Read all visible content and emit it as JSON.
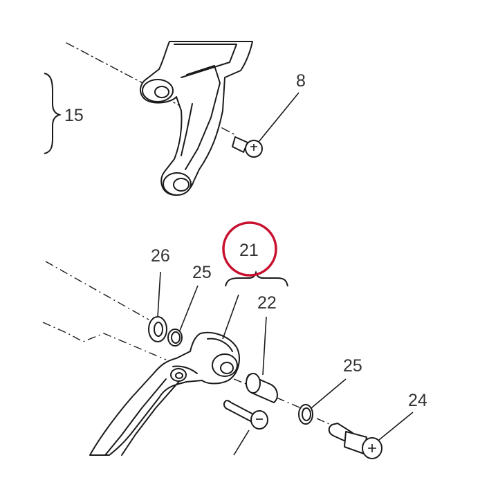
{
  "callouts": {
    "group_15": "15",
    "screw_8": "8",
    "washer_26": "26",
    "ring_25_left": "25",
    "assembly_21": "21",
    "bushing_22": "22",
    "ring_25_right": "25",
    "pivot_bolt_24": "24"
  },
  "colors": {
    "line": "#1a1a1a",
    "label": "#333333",
    "highlight": "#c8102e",
    "background": "#ffffff"
  }
}
